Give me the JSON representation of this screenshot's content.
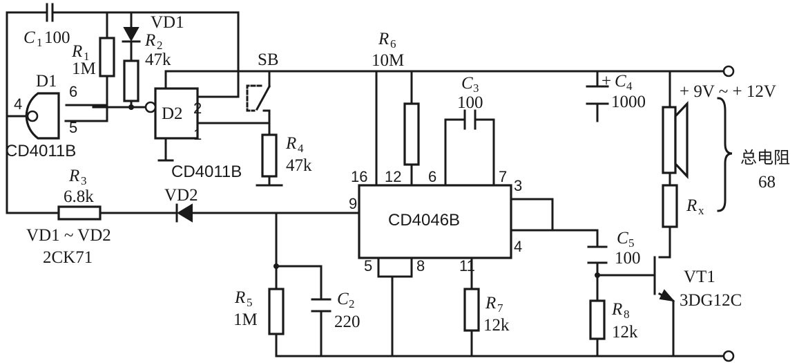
{
  "components": {
    "c1": {
      "ref": "C",
      "sub": "1",
      "value": "100"
    },
    "r1": {
      "ref": "R",
      "sub": "1",
      "value": "1M"
    },
    "vd1": {
      "ref": "VD1"
    },
    "r2": {
      "ref": "R",
      "sub": "2",
      "value": "47k"
    },
    "d1": {
      "ref": "D1",
      "part": "CD4011B",
      "pins": {
        "in_a": "6",
        "in_b": "5",
        "out": "4"
      }
    },
    "d2": {
      "ref": "D2",
      "part": "CD4011B",
      "pins": {
        "in_a": "2",
        "in_b": "1"
      }
    },
    "sb": {
      "ref": "SB"
    },
    "r4": {
      "ref": "R",
      "sub": "4",
      "value": "47k"
    },
    "r3": {
      "ref": "R",
      "sub": "3",
      "value": "6.8k"
    },
    "vd2": {
      "ref": "VD2"
    },
    "diode_note": {
      "range": "VD1 ~ VD2",
      "part": "2CK71"
    },
    "r5": {
      "ref": "R",
      "sub": "5",
      "value": "1M"
    },
    "c2": {
      "ref": "C",
      "sub": "2",
      "value": "220"
    },
    "r6": {
      "ref": "R",
      "sub": "6",
      "value": "10M"
    },
    "c3": {
      "ref": "C",
      "sub": "3",
      "value": "100"
    },
    "ic": {
      "part": "CD4046B",
      "pins": {
        "p16": "16",
        "p12": "12",
        "p6": "6",
        "p7": "7",
        "p9": "9",
        "p3": "3",
        "p4": "4",
        "p5": "5",
        "p8": "8",
        "p11": "11"
      }
    },
    "r7": {
      "ref": "R",
      "sub": "7",
      "value": "12k"
    },
    "c4": {
      "plus": "+",
      "ref": "C",
      "sub": "4",
      "value": "1000"
    },
    "c5": {
      "ref": "C",
      "sub": "5",
      "value": "100"
    },
    "r8": {
      "ref": "R",
      "sub": "8",
      "value": "12k"
    },
    "rx": {
      "ref": "R",
      "sub": "x"
    },
    "vt1": {
      "ref": "VT1",
      "part": "3DG12C"
    }
  },
  "supply": {
    "label": "+ 9V ~ + 12V"
  },
  "note": {
    "line1": "总电阻",
    "line2": "68"
  }
}
